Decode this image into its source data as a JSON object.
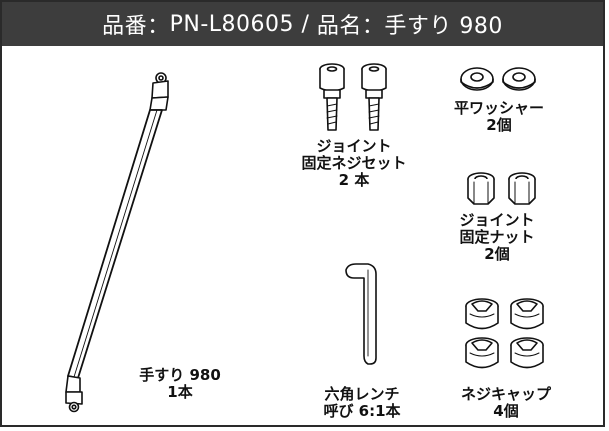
{
  "header": {
    "part_no_label": "品番：",
    "part_no": "PN-L80605",
    "separator": " / ",
    "name_label": "品名：",
    "name": "手すり 980"
  },
  "parts": [
    {
      "icon": "handrail-bar-icon",
      "name": "手すり 980",
      "qty": "1本"
    },
    {
      "icon": "joint-screw-icon",
      "name_lines": [
        "ジョイント",
        "固定ネジセット"
      ],
      "qty": "2 本"
    },
    {
      "icon": "flat-washer-icon",
      "name": "平ワッシャー",
      "qty": "2個"
    },
    {
      "icon": "joint-nut-icon",
      "name_lines": [
        "ジョイント",
        "固定ナット"
      ],
      "qty": "2個"
    },
    {
      "icon": "hex-wrench-icon",
      "name": "六角レンチ",
      "qty": "呼び 6:1本"
    },
    {
      "icon": "screw-cap-icon",
      "name": "ネジキャップ",
      "qty": "4個"
    }
  ]
}
